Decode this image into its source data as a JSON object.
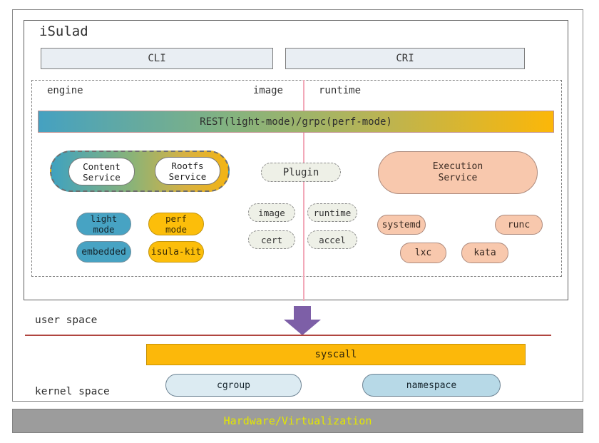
{
  "header": {
    "title": "iSulad",
    "cli": "CLI",
    "cri": "CRI"
  },
  "sections": {
    "engine_label": "engine",
    "image_label": "image",
    "runtime_label": "runtime"
  },
  "rest_bar": "REST(light-mode)/grpc(perf-mode)",
  "engine": {
    "content_service": "Content\nService",
    "rootfs_service": "Rootfs\nService",
    "light_mode": "light\nmode",
    "perf_mode": "perf\nmode",
    "embedded": "embedded",
    "isula_kit": "isula-kit"
  },
  "image_section": {
    "plugin": "Plugin",
    "image": "image",
    "cert": "cert"
  },
  "runtime_section": {
    "runtime": "runtime",
    "accel": "accel",
    "execution_service": "Execution\nService",
    "systemd": "systemd",
    "runc": "runc",
    "lxc": "lxc",
    "kata": "kata"
  },
  "spaces": {
    "user_space": "user space",
    "kernel_space": "kernel space",
    "syscall": "syscall",
    "cgroup": "cgroup",
    "namespace": "namespace"
  },
  "footer": {
    "hardware": "Hardware/Virtualization"
  },
  "icons": {
    "down_arrow": "down-arrow"
  },
  "colors": {
    "teal": "#47a3c3",
    "yellow": "#fcbe0a",
    "salmon": "#f8c8ad",
    "plugin_bg": "#eef0e7",
    "box_bg": "#e9eef3",
    "cgroup_bg": "#dcebf2",
    "namespace_bg": "#b7d9e7",
    "syscall_bg": "#fcb80a",
    "arrow_purple": "#7d5fa7",
    "divider_pink": "#f2a9b9",
    "line_red": "#b04540",
    "footer_bg": "#9c9c9c",
    "footer_text": "#e3e600",
    "gradient_start": "#45a1c1",
    "gradient_mid": "#85b37e",
    "gradient_end": "#fcb708"
  }
}
